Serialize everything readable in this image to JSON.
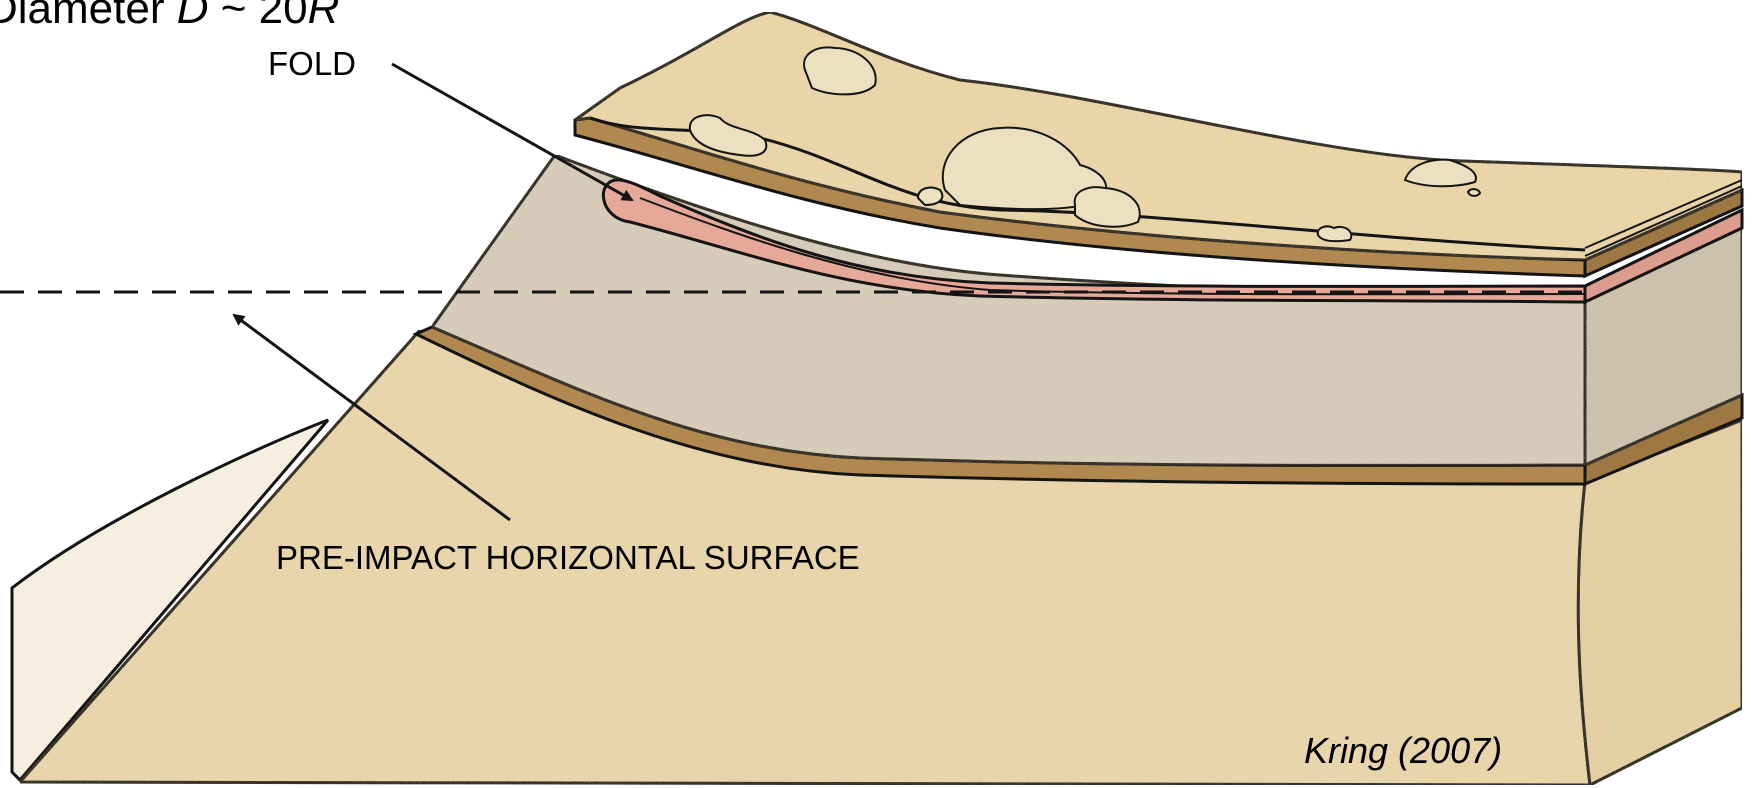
{
  "title": {
    "prefix": "Diameter ",
    "var_d": "D",
    "approx": " ~ 20",
    "var_r": "R"
  },
  "labels": {
    "fold": "FOLD",
    "pre_impact_surface": "PRE-IMPACT HORIZONTAL SURFACE"
  },
  "credit": "Kring (2007)",
  "colors": {
    "surface_sand": "#f1dcae",
    "tan_layer": "#ead8ae",
    "gray_layer": "#ddd3c0",
    "brown_band": "#b1884f",
    "pink_layer": "#e7aa9c",
    "outline": "#141414",
    "rock": "#ece0c0"
  }
}
